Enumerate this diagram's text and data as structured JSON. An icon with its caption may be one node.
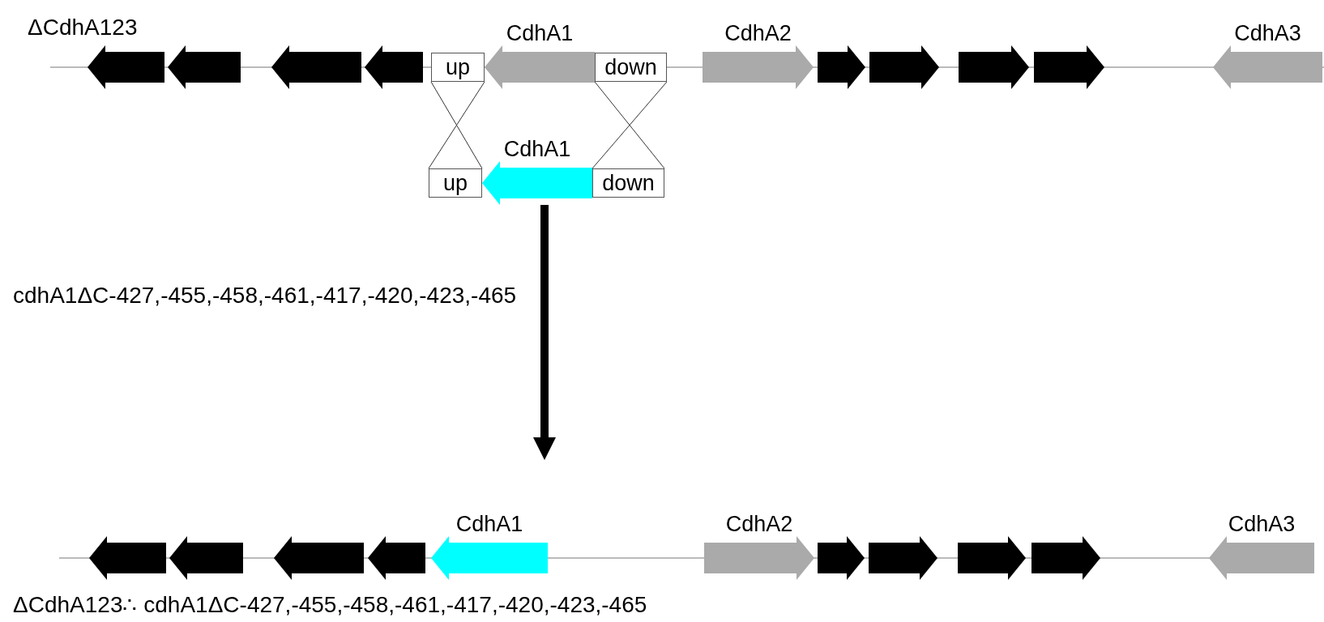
{
  "diagram": {
    "nodes": [
      {
        "text": [],
        "shape": "arrow"
      },
      {
        "text": [],
        "shape": "arrow"
      },
      {
        "text": [],
        "shape": "arrow"
      },
      {
        "text": [],
        "shape": "arrow"
      },
      {
        "text": [
          "up"
        ]
      },
      {
        "text": [
          "CdhA1"
        ]
      },
      {
        "text": [
          "down"
        ]
      },
      {
        "text": [
          "CdhA2"
        ]
      },
      {
        "text": [],
        "shape": "arrow"
      },
      {
        "text": [],
        "shape": "arrow"
      },
      {
        "text": [],
        "shape": "arrow"
      },
      {
        "text": [],
        "shape": "arrow"
      },
      {
        "text": [
          "CdhA3"
        ]
      },
      {
        "text": [
          "up"
        ]
      },
      {
        "text": [
          "CdhA1"
        ]
      },
      {
        "text": [
          "down"
        ]
      },
      {
        "text": [],
        "shape": "arrow"
      },
      {
        "text": [],
        "shape": "arrow"
      },
      {
        "text": [],
        "shape": "arrow"
      },
      {
        "text": [],
        "shape": "arrow"
      },
      {
        "text": [
          "CdhA1"
        ]
      },
      {
        "text": [
          "CdhA2"
        ]
      },
      {
        "text": [],
        "shape": "arrow"
      },
      {
        "text": [],
        "shape": "arrow"
      },
      {
        "text": [],
        "shape": "arrow"
      },
      {
        "text": [],
        "shape": "arrow"
      },
      {
        "text": [
          "CdhA3"
        ]
      }
    ],
    "edges": [
      {
        "from": 4,
        "to": 13,
        "arrow": "none"
      },
      {
        "from": 4,
        "to": 13,
        "arrow": "none"
      },
      {
        "from": 6,
        "to": 15,
        "arrow": "none"
      },
      {
        "from": 6,
        "to": 15,
        "arrow": "none"
      },
      {
        "from": 14,
        "to": null,
        "arrow": "to",
        "label": "cdhA1ΔC-427,-455,-458,-461,-417,-420,-423,-465",
        "style": "thick"
      }
    ],
    "labels": [
      "ΔCdhA123",
      "ΔCdhA123∴ cdhA1ΔC-427,-455,-458,-461,-417,-420,-423,-465"
    ]
  }
}
